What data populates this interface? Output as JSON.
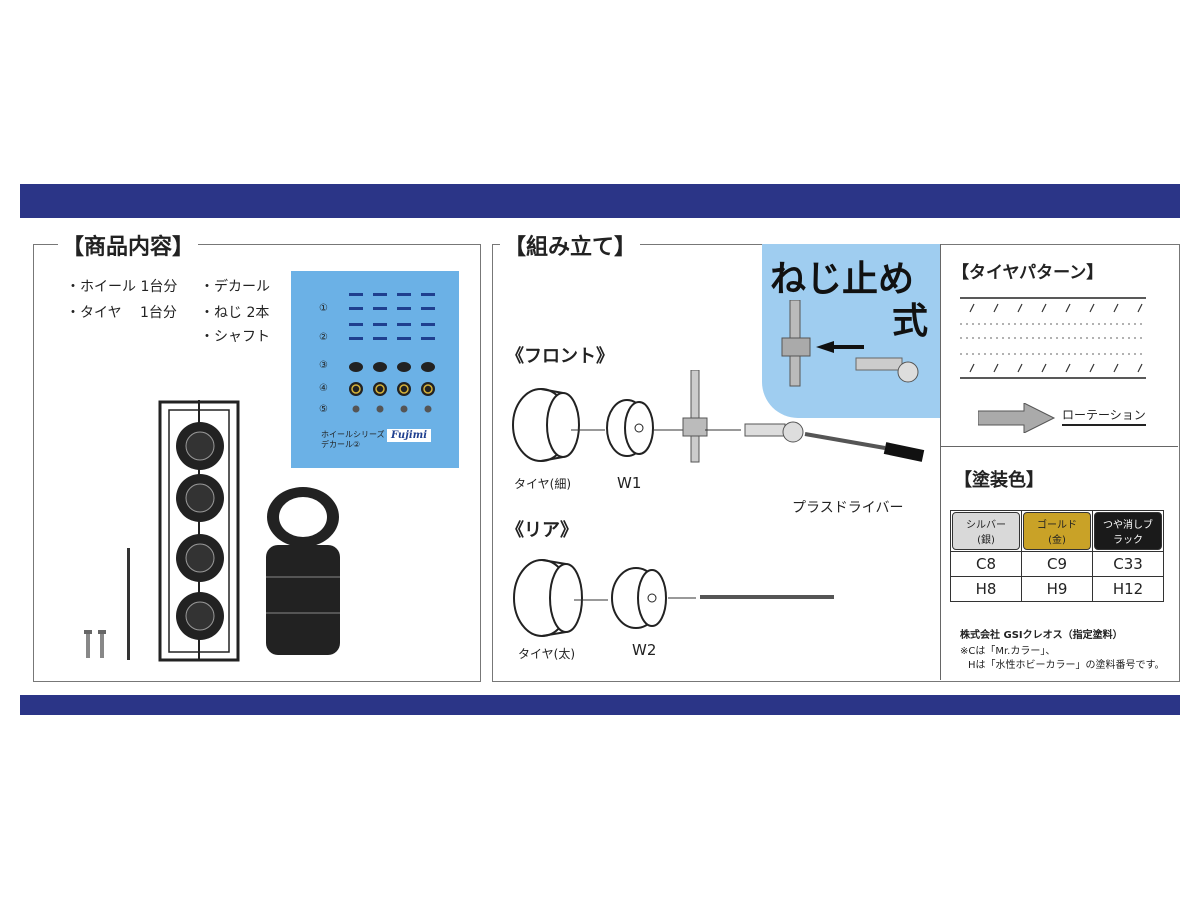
{
  "contents": {
    "heading": "【商品内容】",
    "items": [
      "・ホイール 1台分",
      "・タイヤ　 1台分",
      "・デカール",
      "・ねじ 2本",
      "・シャフト"
    ],
    "decal": {
      "row_numbers": [
        "①",
        "②",
        "③",
        "④",
        "⑤"
      ],
      "caption_line1": "ホイールシリーズ",
      "caption_line2": "デカール②",
      "brand": "Fujimi"
    }
  },
  "assembly": {
    "heading": "【組み立て】",
    "screw_type": "ねじ止め",
    "screw_type2": "式",
    "front_label": "《フロント》",
    "rear_label": "《リア》",
    "tire_thin": "タイヤ(細)",
    "tire_wide": "タイヤ(太)",
    "w1": "W1",
    "w2": "W2",
    "screwdriver": "プラスドライバー"
  },
  "tire_pattern": {
    "heading": "【タイヤパターン】",
    "rotation": "ローテーション"
  },
  "paint": {
    "heading": "【塗装色】",
    "columns": [
      {
        "chip": "シルバー(銀)",
        "c": "C8",
        "h": "H8",
        "chip_color": "#d9d9d9",
        "text_color": "#222222"
      },
      {
        "chip": "ゴールド(金)",
        "c": "C9",
        "h": "H9",
        "chip_color": "#c9a227",
        "text_color": "#222222"
      },
      {
        "chip": "つや消しブラック",
        "c": "C33",
        "h": "H12",
        "chip_color": "#1a1a1a",
        "text_color": "#ffffff"
      }
    ],
    "maker": "株式会社 GSIクレオス（指定塗料）",
    "note1": "※Cは「Mr.カラー」、",
    "note2": "Hは「水性ホビーカラー」の塗料番号です。"
  },
  "colors": {
    "band": "#2b3587",
    "decal_blue": "#6bb1e6"
  }
}
